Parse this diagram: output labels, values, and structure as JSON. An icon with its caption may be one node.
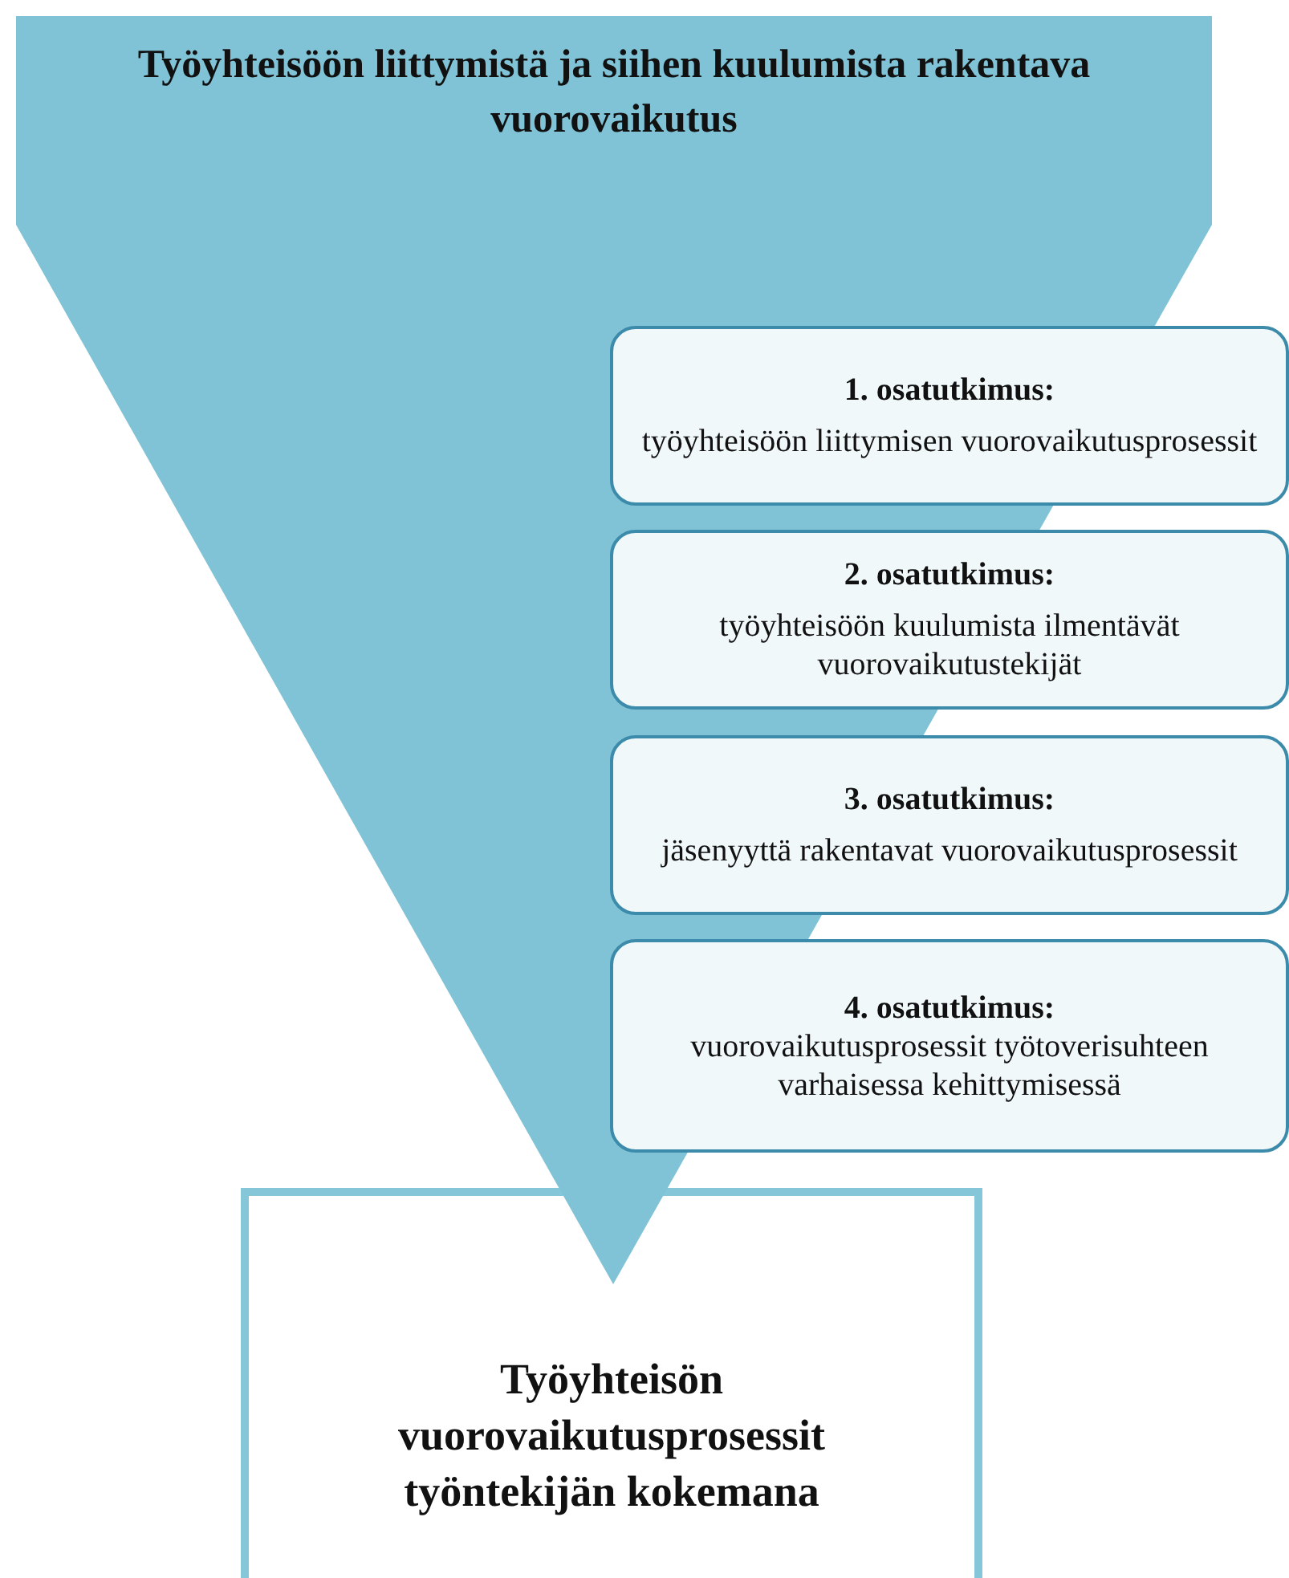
{
  "diagram": {
    "nodes": [
      {
        "text": [
          "Työyhteisöön liittymistä ja siihen kuulumista rakentava vuorovaikutus"
        ]
      },
      {
        "text": [
          "1. osatutkimus:",
          "työyhteisöön liittymisen vuorovaikutusprosessit"
        ]
      },
      {
        "text": [
          "2. osatutkimus:",
          "työyhteisöön kuulumista ilmentävät vuorovaikutustekijät"
        ]
      },
      {
        "text": [
          "3. osatutkimus:",
          "jäsenyyttä rakentavat vuorovaikutusprosessit"
        ]
      },
      {
        "text": [
          "4. osatutkimus:",
          "vuorovaikutusprosessit työtoverisuhteen varhaisessa kehittymisessä"
        ]
      },
      {
        "text": [
          "Työyhteisön vuorovaikutusprosessit työntekijän kokemana"
        ]
      }
    ]
  }
}
